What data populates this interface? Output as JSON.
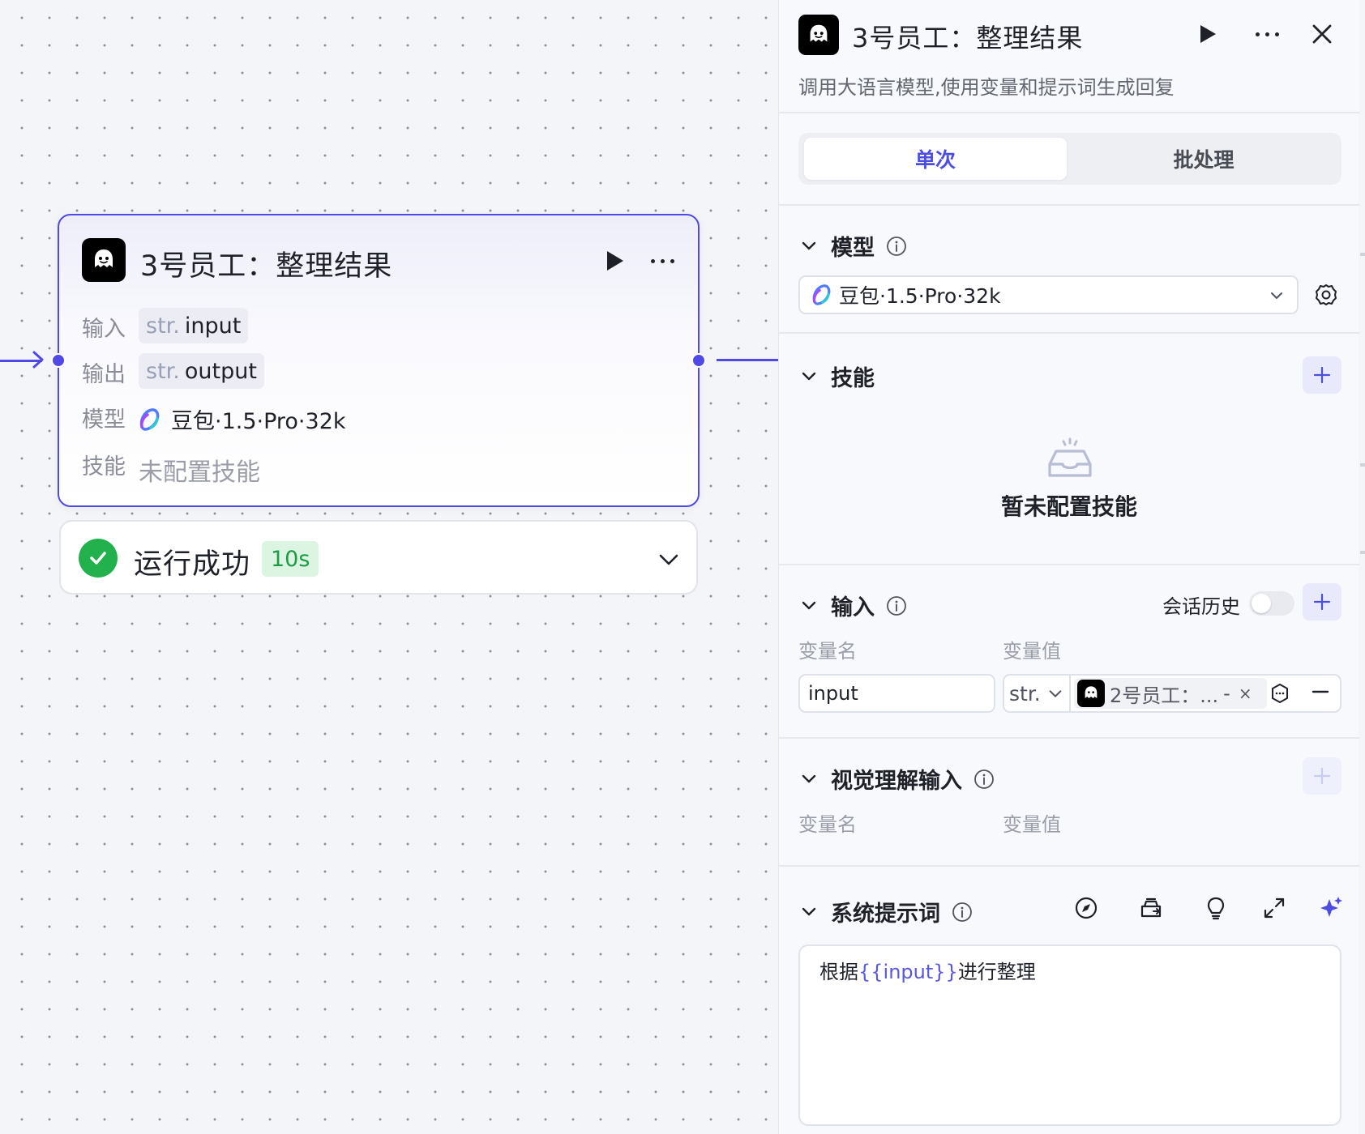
{
  "node": {
    "title": "3号员工：整理结果",
    "rows": {
      "input_label": "输入",
      "input_type": "str.",
      "input_name": "input",
      "output_label": "输出",
      "output_type": "str.",
      "output_name": "output",
      "model_label": "模型",
      "model_name": "豆包·1.5·Pro·32k",
      "skill_label": "技能",
      "skill_value": "未配置技能"
    },
    "status": {
      "text": "运行成功",
      "time": "10s"
    }
  },
  "panel": {
    "title": "3号员工：整理结果",
    "description": "调用大语言模型,使用变量和提示词生成回复",
    "tabs": [
      "单次",
      "批处理"
    ],
    "active_tab": "单次",
    "model_section": {
      "title": "模型",
      "selected": "豆包·1.5·Pro·32k"
    },
    "skill_section": {
      "title": "技能",
      "empty_text": "暂未配置技能"
    },
    "input_section": {
      "title": "输入",
      "conversation_history_label": "会话历史",
      "conversation_history_enabled": false,
      "col_name": "变量名",
      "col_value": "变量值",
      "variable": {
        "name": "input",
        "type": "str.",
        "ref": "2号员工：...",
        "ref_suffix": "-"
      }
    },
    "vision_section": {
      "title": "视觉理解输入",
      "col_name": "变量名",
      "col_value": "变量值"
    },
    "prompt_section": {
      "title": "系统提示词",
      "text_before": "根据",
      "variable": "{{input}}",
      "text_after": "进行整理"
    }
  },
  "colors": {
    "accent": "#5149e6",
    "success": "#22b14c",
    "success_badge_bg": "#dcf4e2",
    "canvas_bg": "#f4f5f8"
  },
  "icons": {
    "node_avatar": "ghost-avatar-icon",
    "run": "play-icon",
    "more": "more-horizontal-icon",
    "close": "close-icon",
    "status": "check-circle-icon",
    "expand": "chevron-down-icon",
    "model_logo": "doubao-logo-icon",
    "settings": "gear-icon",
    "add": "plus-icon",
    "empty": "empty-box-icon",
    "info": "info-icon",
    "remove": "minus-icon",
    "variable_picker": "variable-pick-icon",
    "prompt_tools": [
      "compass-icon",
      "template-library-icon",
      "lightbulb-icon",
      "expand-icon",
      "ai-sparkle-icon"
    ]
  }
}
